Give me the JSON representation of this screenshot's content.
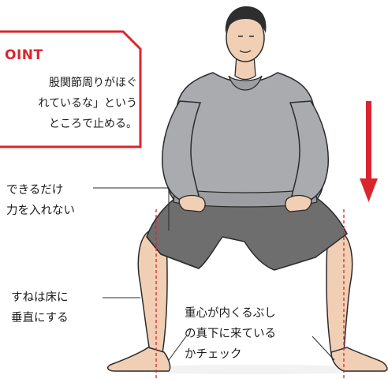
{
  "point": {
    "title": "OINT",
    "lines": [
      "股関節周りがほぐ",
      "れているな」という",
      "ところで止める。"
    ]
  },
  "labels": {
    "force": [
      "できるだけ",
      "力を入れない"
    ],
    "shin": [
      "すねは床に",
      "垂直にする"
    ],
    "knee": [
      "重心が内くるぶし",
      "の真下に来ている",
      "かチェック"
    ]
  },
  "colors": {
    "accent": "#d9262e",
    "sweater": "#a9abae",
    "shorts": "#6e6e6e",
    "skin": "#f1cfb4"
  }
}
